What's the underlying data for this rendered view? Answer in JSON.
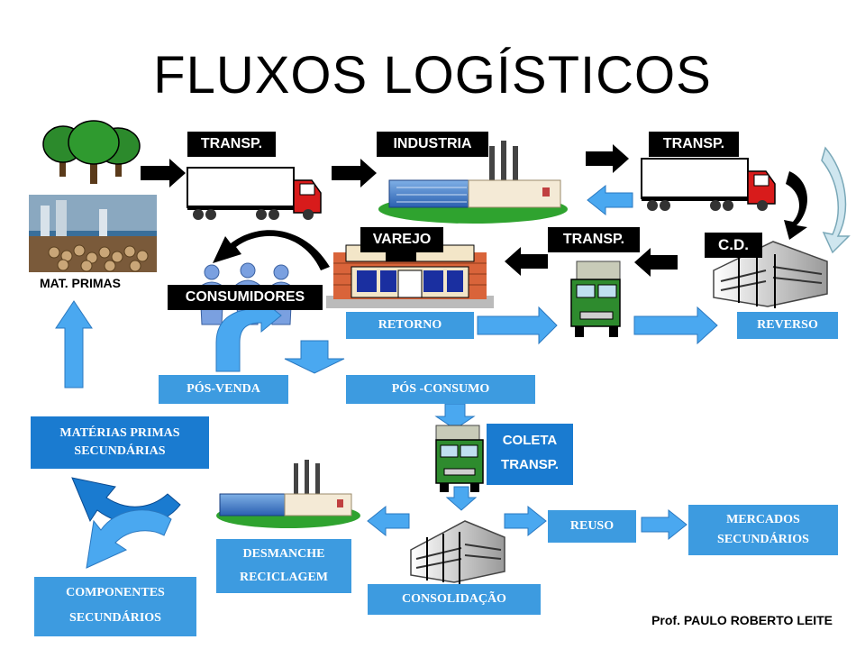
{
  "title": "FLUXOS LOGÍSTICOS",
  "labels": {
    "transp1": "TRANSP.",
    "industria": "INDUSTRIA",
    "transp2": "TRANSP.",
    "varejo": "VAREJO",
    "transp3": "TRANSP.",
    "cd": "C.D.",
    "mat_primas": "MAT. PRIMAS",
    "consumidores": "CONSUMIDORES",
    "retorno": "RETORNO",
    "reverso": "REVERSO",
    "pos_venda": "PÓS-VENDA",
    "pos_consumo": "PÓS -CONSUMO",
    "coleta_1": "COLETA",
    "coleta_2": "TRANSP.",
    "mp_sec_1": "MATÉRIAS PRIMAS",
    "mp_sec_2": "SECUNDÁRIAS",
    "comp_sec_1": "COMPONENTES",
    "comp_sec_2": "SECUNDÁRIOS",
    "desmanche_1": "DESMANCHE",
    "desmanche_2": "RECICLAGEM",
    "consolidacao": "CONSOLIDAÇÃO",
    "reuso": "REUSO",
    "mercados_1": "MERCADOS",
    "mercados_2": "SECUNDÁRIOS"
  },
  "author": "Prof. PAULO ROBERTO LEITE",
  "colors": {
    "dark_label": "#000000",
    "light_blue_label": "#3d9be0",
    "blue_box": "#1a7bd0",
    "arrow_light": "#4aa8f0",
    "arrow_dark": "#000000",
    "truck_cab": "#d81b1b",
    "green_truck": "#2e8b2e",
    "grass": "#2fa32f"
  }
}
